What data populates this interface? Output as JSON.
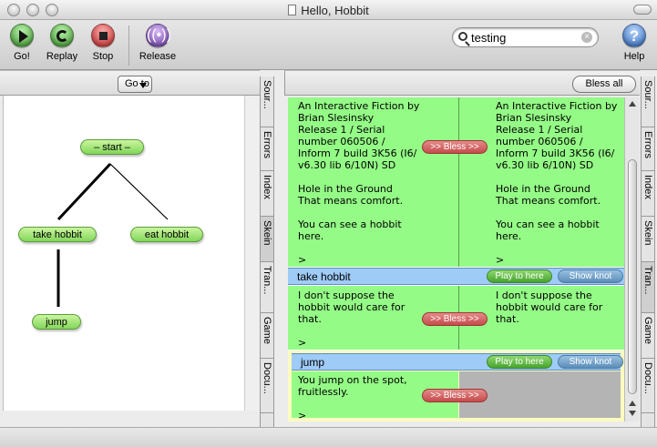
{
  "window": {
    "title": "Hello, Hobbit"
  },
  "toolbar": {
    "go_label": "Go!",
    "replay_label": "Replay",
    "stop_label": "Stop",
    "release_label": "Release",
    "help_label": "Help",
    "help_glyph": "?",
    "search_value": "testing"
  },
  "skein": {
    "goto_label": "Go to",
    "knots": {
      "start": "– start –",
      "take": "take hobbit",
      "eat": "eat hobbit",
      "jump": "jump"
    }
  },
  "left_tabs": [
    "Sour...",
    "Errors",
    "Index",
    "Skein",
    "Tran...",
    "Game",
    "Docu..."
  ],
  "right_tabs": [
    "Sour...",
    "Errors",
    "Index",
    "Skein",
    "Tran...",
    "Game",
    "Docu..."
  ],
  "transcript": {
    "bless_all_label": "Bless all",
    "bless_label": ">> Bless >>",
    "play_label": "Play to here",
    "show_label": "Show knot",
    "block1_left": "An Interactive Fiction by\nBrian Slesinsky\nRelease 1 / Serial\nnumber 060506 /\nInform 7 build 3K56 (I6/\nv6.30 lib 6/10N) SD\n\nHole in the Ground\nThat means comfort.\n\nYou can see a hobbit\nhere.\n\n>",
    "block1_right": "An Interactive Fiction by\nBrian Slesinsky\nRelease 1 / Serial\nnumber 060506 /\nInform 7 build 3K56 (I6/\nv6.30 lib 6/10N) SD\n\nHole in the Ground\nThat means comfort.\n\nYou can see a hobbit\nhere.\n\n>",
    "cmd2": "take hobbit",
    "block2_left": "I don't suppose the\nhobbit would care for\nthat.\n\n>",
    "block2_right": "I don't suppose the\nhobbit would care for\nthat.",
    "cmd3": "jump",
    "block3_left": "You jump on the spot,\nfruitlessly.\n\n>"
  },
  "colors": {
    "transcript_green": "#94fb86",
    "command_blue": "#9fcbf7",
    "bless_red": "#c44c4c"
  }
}
